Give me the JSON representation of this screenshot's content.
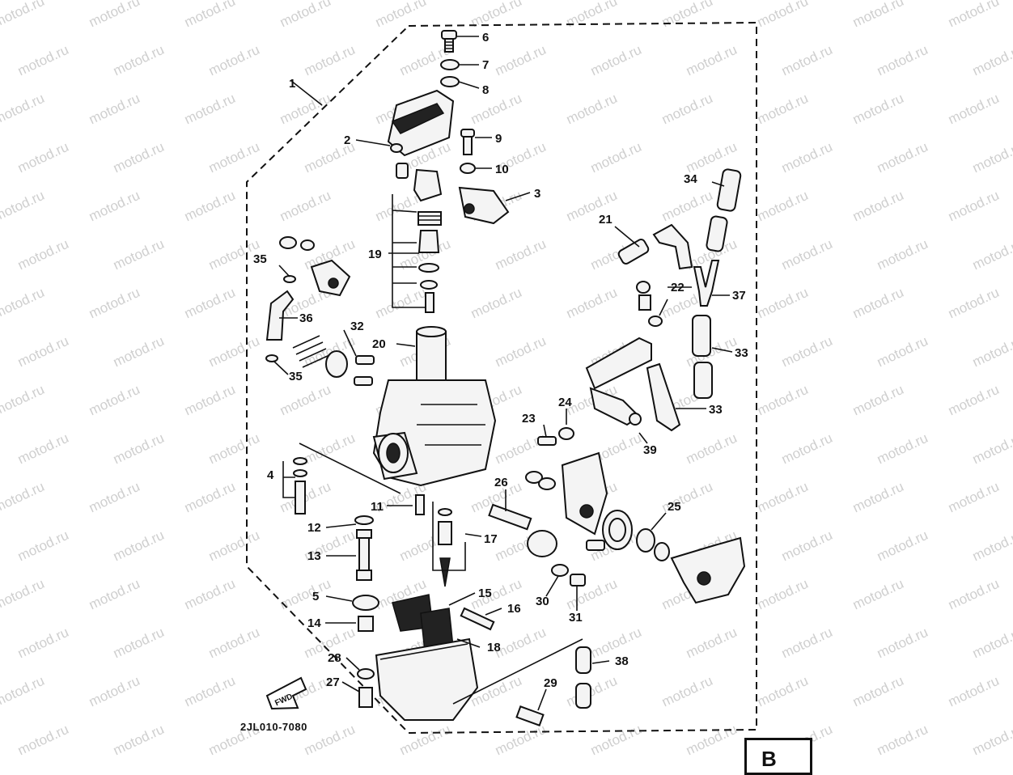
{
  "watermark": "motod.ru",
  "diagram": {
    "drawing_code": "2JL010-7080",
    "fwd_label": "FWD",
    "corner_mark": "B",
    "callouts": [
      {
        "id": "c1",
        "label": "1"
      },
      {
        "id": "c2",
        "label": "2"
      },
      {
        "id": "c3",
        "label": "3"
      },
      {
        "id": "c4",
        "label": "4"
      },
      {
        "id": "c5",
        "label": "5"
      },
      {
        "id": "c6",
        "label": "6"
      },
      {
        "id": "c7",
        "label": "7"
      },
      {
        "id": "c8",
        "label": "8"
      },
      {
        "id": "c9",
        "label": "9"
      },
      {
        "id": "c10",
        "label": "10"
      },
      {
        "id": "c11",
        "label": "11"
      },
      {
        "id": "c12",
        "label": "12"
      },
      {
        "id": "c13",
        "label": "13"
      },
      {
        "id": "c14",
        "label": "14"
      },
      {
        "id": "c15",
        "label": "15"
      },
      {
        "id": "c16",
        "label": "16"
      },
      {
        "id": "c17",
        "label": "17"
      },
      {
        "id": "c18",
        "label": "18"
      },
      {
        "id": "c19",
        "label": "19"
      },
      {
        "id": "c20",
        "label": "20"
      },
      {
        "id": "c21",
        "label": "21"
      },
      {
        "id": "c22",
        "label": "22"
      },
      {
        "id": "c23",
        "label": "23"
      },
      {
        "id": "c24",
        "label": "24"
      },
      {
        "id": "c25",
        "label": "25"
      },
      {
        "id": "c26",
        "label": "26"
      },
      {
        "id": "c27",
        "label": "27"
      },
      {
        "id": "c28",
        "label": "28"
      },
      {
        "id": "c29",
        "label": "29"
      },
      {
        "id": "c30",
        "label": "30"
      },
      {
        "id": "c31",
        "label": "31"
      },
      {
        "id": "c32",
        "label": "32"
      },
      {
        "id": "c33a",
        "label": "33"
      },
      {
        "id": "c33b",
        "label": "33"
      },
      {
        "id": "c34",
        "label": "34"
      },
      {
        "id": "c35a",
        "label": "35"
      },
      {
        "id": "c35b",
        "label": "35"
      },
      {
        "id": "c36",
        "label": "36"
      },
      {
        "id": "c37",
        "label": "37"
      },
      {
        "id": "c38",
        "label": "38"
      },
      {
        "id": "c39",
        "label": "39"
      }
    ]
  }
}
